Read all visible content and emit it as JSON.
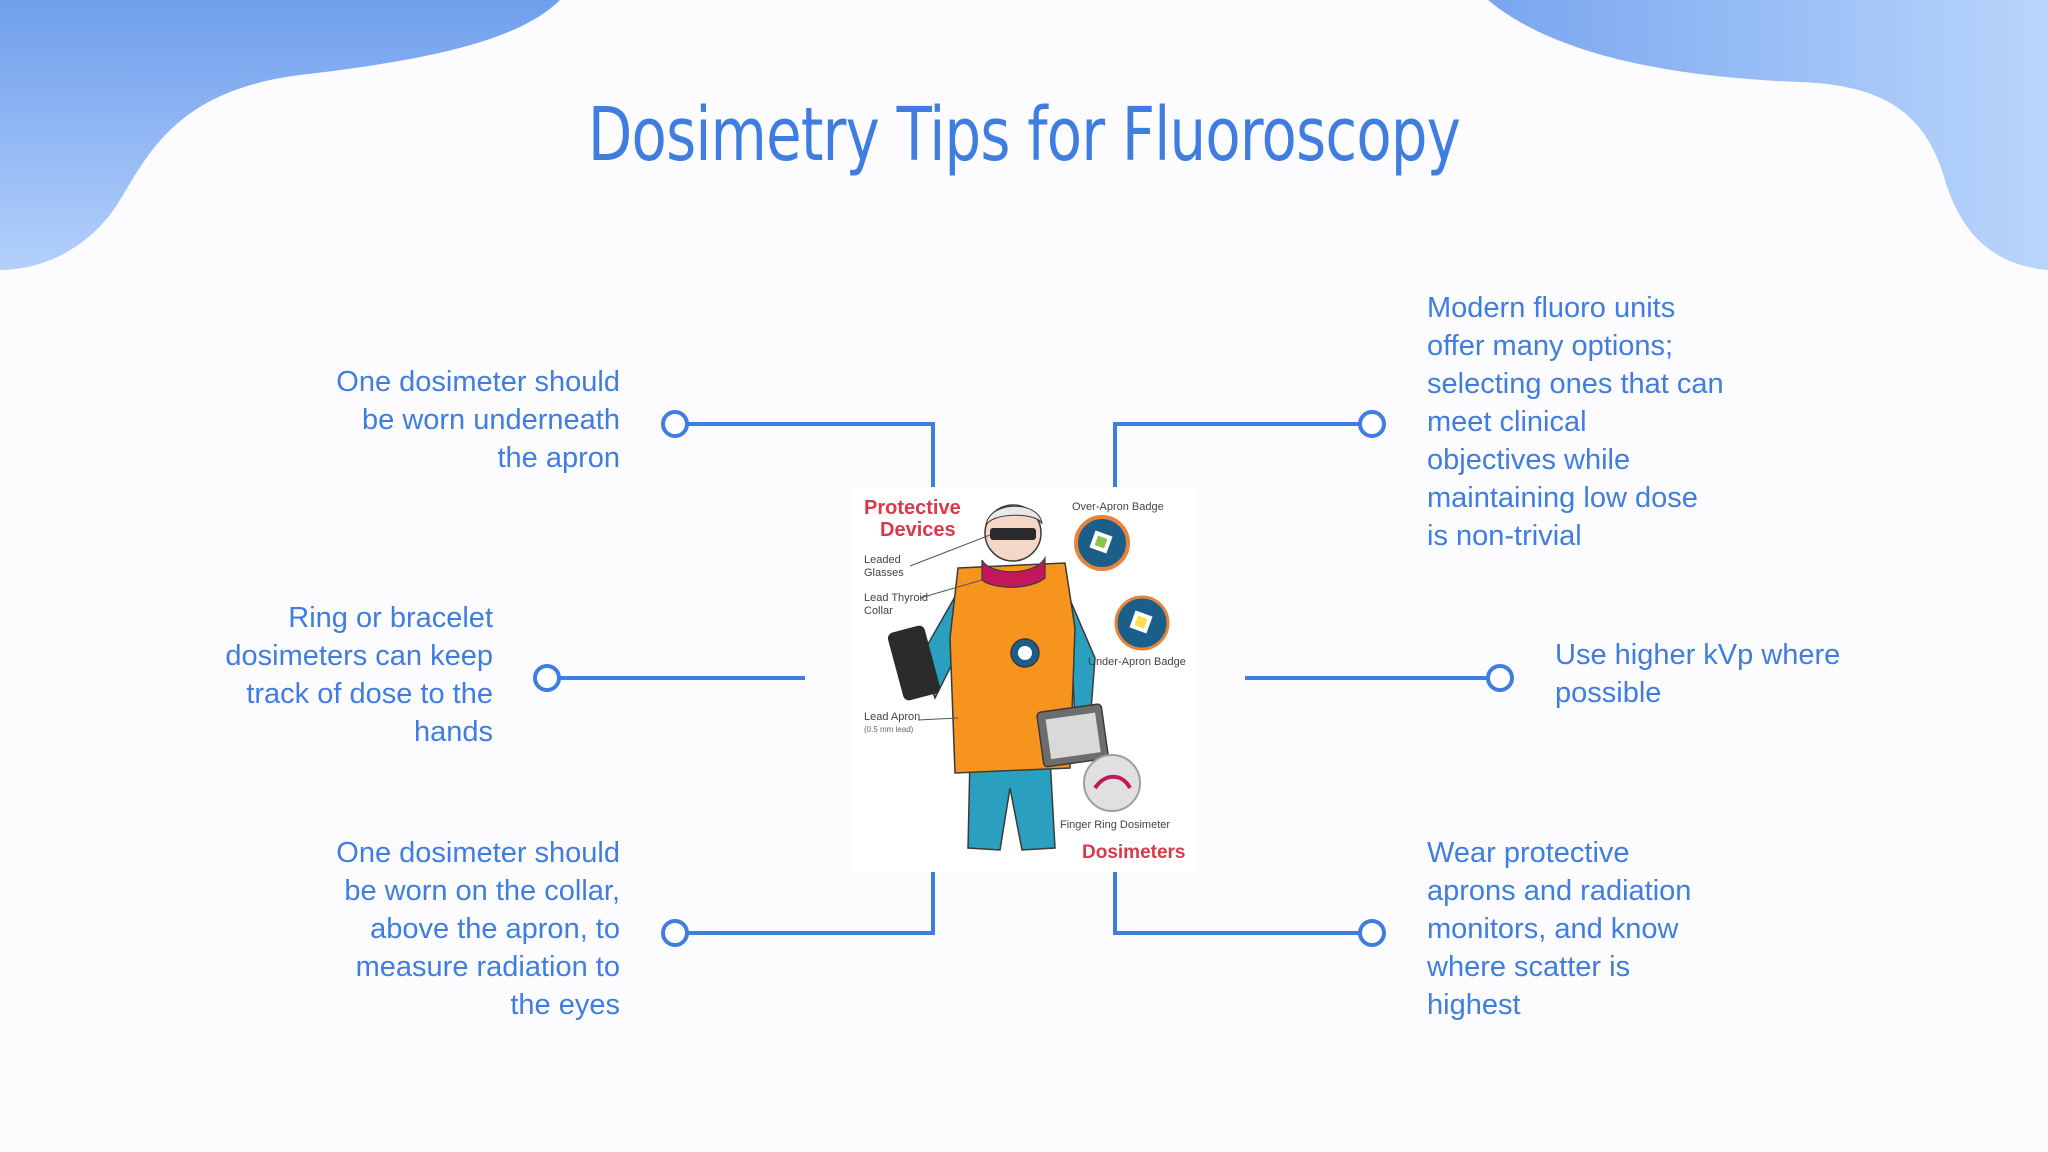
{
  "title": "Dosimetry Tips for Fluoroscopy",
  "tips": {
    "left_top": [
      "One dosimeter should",
      "be worn underneath",
      "the apron"
    ],
    "left_middle": [
      "Ring or bracelet",
      "dosimeters can keep",
      "track of dose to the",
      "hands"
    ],
    "left_bottom": [
      "One dosimeter should",
      "be worn on the collar,",
      "above the apron, to",
      "measure radiation to",
      "the eyes"
    ],
    "right_top": [
      "Modern fluoro units",
      "offer many options;",
      "selecting ones that can",
      "meet clinical",
      "objectives while",
      "maintaining low dose",
      "is non-trivial"
    ],
    "right_middle": [
      "Use higher kVp where",
      "possible"
    ],
    "right_bottom": [
      "Wear protective",
      "aprons and radiation",
      "monitors, and know",
      "where scatter is",
      "highest"
    ]
  },
  "figure": {
    "heading_top_1": "Protective",
    "heading_top_2": "Devices",
    "heading_bottom": "Dosimeters",
    "label_glasses_1": "Leaded",
    "label_glasses_2": "Glasses",
    "label_collar_1": "Lead Thyroid",
    "label_collar_2": "Collar",
    "label_apron_1": "Lead Apron",
    "label_apron_2": "(0.5 mm lead)",
    "label_over_badge": "Over-Apron Badge",
    "label_under_badge": "Under-Apron Badge",
    "label_ring": "Finger Ring Dosimeter"
  },
  "colors": {
    "accent": "#3f7de0",
    "figure_red": "#d93a4a",
    "apron_orange": "#f7941d",
    "suit_teal": "#2a9fc0"
  }
}
